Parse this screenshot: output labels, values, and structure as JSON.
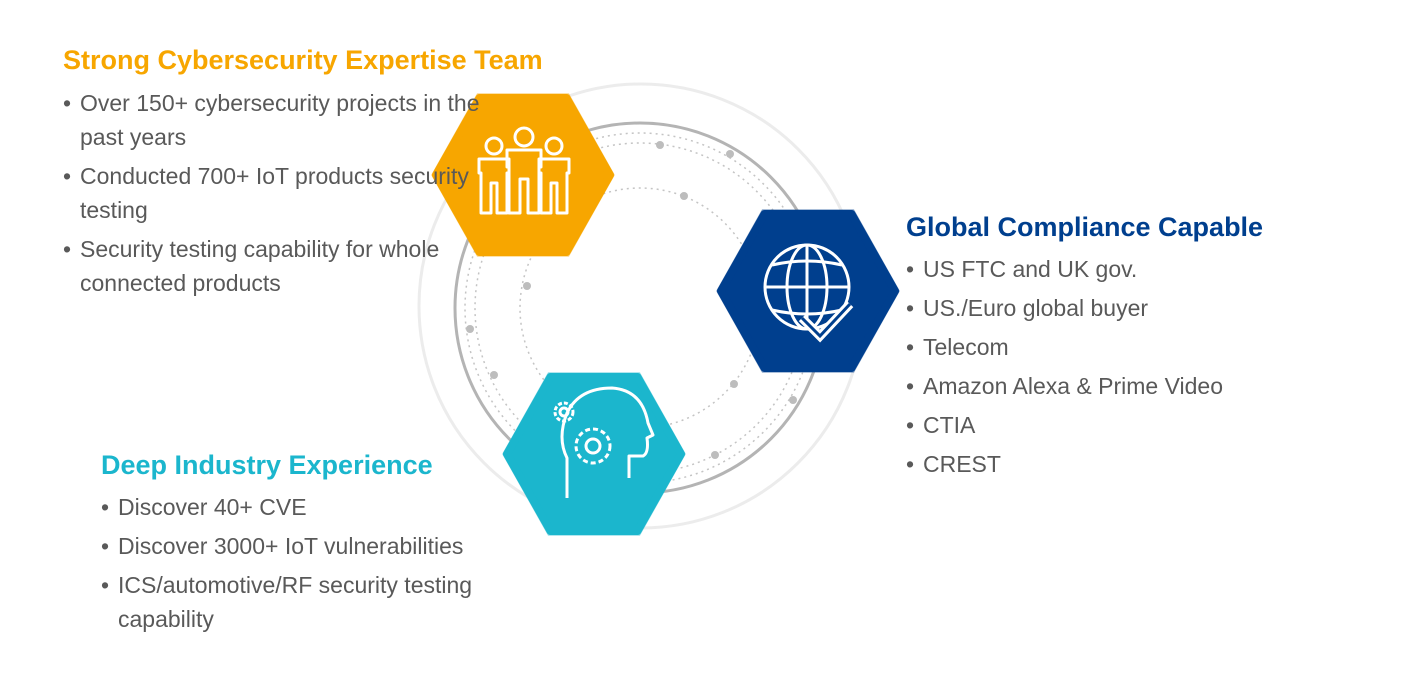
{
  "colors": {
    "orange": "#F7A600",
    "blue": "#003F8E",
    "teal": "#1BB6CD",
    "text": "#595959"
  },
  "sections": [
    {
      "title": "Strong Cybersecurity Expertise Team",
      "icon": "team-people-icon",
      "bullets": [
        "Over 150+ cybersecurity projects in the past years",
        "Conducted 700+ IoT products security testing",
        "Security testing capability for whole connected products"
      ]
    },
    {
      "title": "Global Compliance Capable",
      "icon": "globe-check-icon",
      "bullets": [
        "US FTC and UK gov.",
        "US./Euro global buyer",
        "Telecom",
        "Amazon Alexa & Prime Video",
        "CTIA",
        "CREST"
      ]
    },
    {
      "title": "Deep Industry Experience",
      "icon": "head-gears-icon",
      "bullets": [
        "Discover 40+ CVE",
        "Discover 3000+ IoT vulnerabilities",
        "ICS/automotive/RF security testing capability"
      ]
    }
  ]
}
